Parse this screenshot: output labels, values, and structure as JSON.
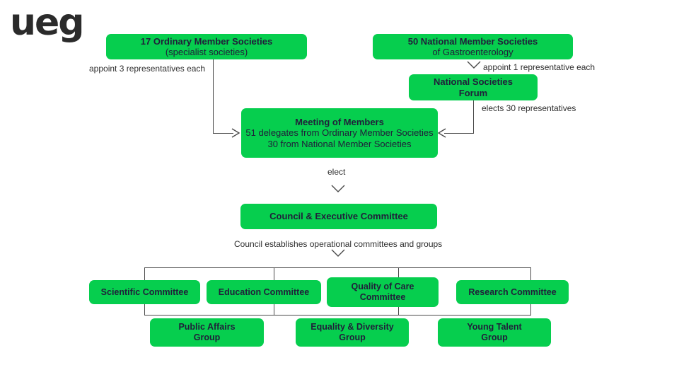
{
  "logo": {
    "text": "ueg"
  },
  "theme": {
    "box_fill": "#06ce4e",
    "box_text": "#20203a",
    "line": "#4a4a4a",
    "label_text": "#2d2d2d",
    "background": "#ffffff"
  },
  "nodes": {
    "ordinary_members": {
      "line1": "17 Ordinary Member Societies",
      "line2": "(specialist societies)"
    },
    "national_members": {
      "line1": "50 National Member Societies",
      "line2": "of Gastroenterology"
    },
    "national_forum": {
      "line1": "National Societies",
      "line2": "Forum"
    },
    "meeting_of_members": {
      "line1": "Meeting of Members",
      "line2": "51 delegates from Ordinary Member Societies",
      "line3": "30 from National Member Societies"
    },
    "council": {
      "line1": "Council & Executive Committee"
    },
    "scientific_committee": {
      "line1": "Scientific Committee"
    },
    "education_committee": {
      "line1": "Education Committee"
    },
    "quality_of_care_committee": {
      "line1": "Quality of Care",
      "line2": "Committee"
    },
    "research_committee": {
      "line1": "Research Committee"
    },
    "public_affairs_group": {
      "line1": "Public Affairs",
      "line2": "Group"
    },
    "equality_diversity_group": {
      "line1": "Equality & Diversity",
      "line2": "Group"
    },
    "young_talent_group": {
      "line1": "Young Talent",
      "line2": "Group"
    }
  },
  "edge_labels": {
    "appoint_three": "appoint 3 representatives each",
    "appoint_one": "appoint 1 representative each",
    "elects_thirty": "elects 30 representatives",
    "elect": "elect",
    "council_establishes": "Council establishes operational  committees and groups"
  }
}
